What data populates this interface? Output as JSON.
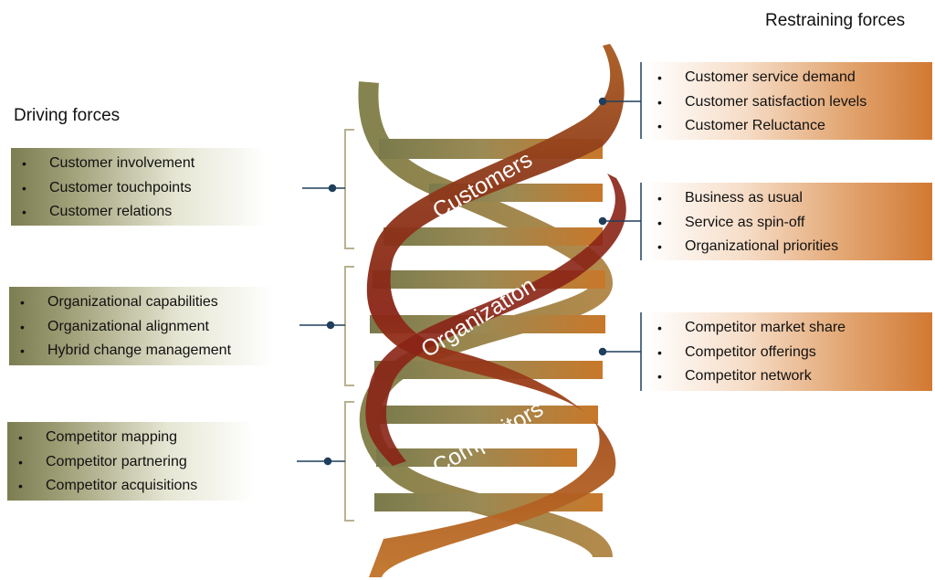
{
  "headings": {
    "driving": "Driving forces",
    "restraining": "Restraining forces"
  },
  "helix_labels": [
    "Customers",
    "Organization",
    "Competitors"
  ],
  "driving_forces": [
    {
      "items": [
        "Customer involvement",
        "Customer touchpoints",
        "Customer relations"
      ]
    },
    {
      "items": [
        "Organizational capabilities",
        "Organizational alignment",
        "Hybrid change management"
      ]
    },
    {
      "items": [
        "Competitor mapping",
        "Competitor partnering",
        "Competitor acquisitions"
      ]
    }
  ],
  "restraining_forces": [
    {
      "items": [
        "Customer service demand",
        "Customer satisfaction levels",
        "Customer Reluctance"
      ]
    },
    {
      "items": [
        "Business as usual",
        "Service as spin-off",
        "Organizational priorities"
      ]
    },
    {
      "items": [
        "Competitor market share",
        "Competitor offerings",
        "Competitor network"
      ]
    }
  ],
  "colors": {
    "driving_box": "#7d7d52",
    "restraining_box": "#d27932",
    "connector": "#1f3f5c",
    "bracket": "#b8b190",
    "strand_olive": "#7a7a4c",
    "strand_orange": "#c8782a",
    "strand_red": "#8e2a18"
  }
}
